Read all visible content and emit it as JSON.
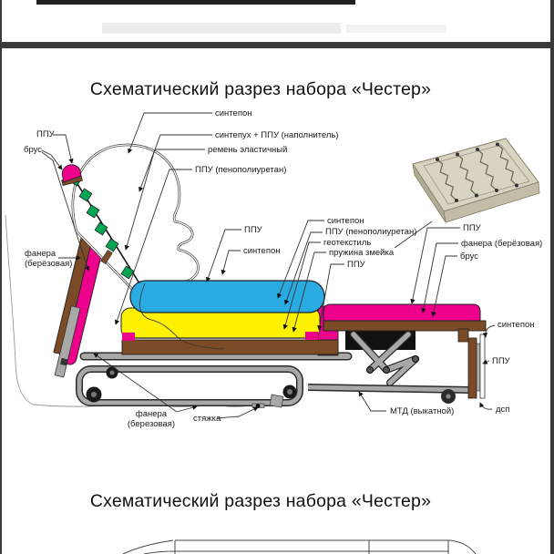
{
  "titles": {
    "main": "Схематический разрез набора «Честер»",
    "bottom": "Схематический разрез набора «Честер»"
  },
  "diagram_labels": {
    "ppu_top_left": "ППУ",
    "brus_top_left": "брус",
    "fanera_left_1": "фанера",
    "fanera_left_2": "(берёзовая)",
    "sintepon_top": "синтепон",
    "sintepuh_ppu": "синтепух + ППУ (наполнитель)",
    "remen": "ремень эластичный",
    "ppu_peno_top": "ППУ (пенополиуретан)",
    "ppu_mid": "ППУ",
    "sintepon_mid": "синтепон",
    "sintepon_right": "синтепон",
    "ppu_peno_right": "ППУ (пенополиуретан)",
    "geotextil": "геотекстиль",
    "pruzhina": "пружина змейка",
    "ppu_right2": "ППУ",
    "ppu_right3": "ППУ",
    "fanera_right": "фанера (берёзовая)",
    "brus_right": "брус",
    "sintepon_bottom_right": "синтепон",
    "ppu_bottom_right": "ППУ",
    "dsp": "дсп",
    "mtd": "МТД (выкатной)",
    "fanera_bottom_1": "фанера",
    "fanera_bottom_2": "(березовая)",
    "styazhka": "стяжка"
  },
  "colors": {
    "foam_pink": "#EC008C",
    "foam_yellow": "#FFF200",
    "foam_blue": "#29ABE2",
    "belt_green": "#00A651",
    "wood_brown": "#7B4A26",
    "metal_gray": "#A8A8A8"
  }
}
